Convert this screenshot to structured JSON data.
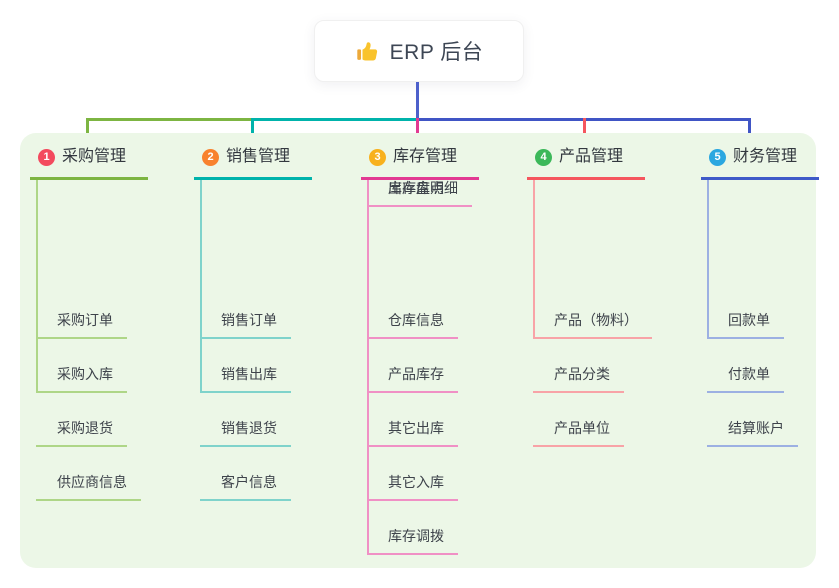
{
  "root": {
    "icon": "thumbs-up",
    "title": "ERP 后台"
  },
  "branches": [
    {
      "number": "1",
      "label": "采购管理",
      "accent_color": "#7db542",
      "child_line_color": "#aed687",
      "badge_color": "#f34a5e",
      "children": [
        "采购订单",
        "采购入库",
        "采购退货",
        "供应商信息"
      ]
    },
    {
      "number": "2",
      "label": "销售管理",
      "accent_color": "#00b3ab",
      "child_line_color": "#7fd3cb",
      "badge_color": "#f8822e",
      "children": [
        "销售订单",
        "销售出库",
        "销售退货",
        "客户信息"
      ]
    },
    {
      "number": "3",
      "label": "库存管理",
      "accent_color": "#e23a92",
      "child_line_color": "#f090c5",
      "badge_color": "#f8b11d",
      "children": [
        "仓库信息",
        "产品库存",
        "其它出库",
        "其它入库",
        "库存调拨",
        "库存盘点",
        "出库库明细"
      ]
    },
    {
      "number": "4",
      "label": "产品管理",
      "accent_color": "#f5565e",
      "child_line_color": "#f8a3a7",
      "badge_color": "#3cb85a",
      "children": [
        "产品（物料）",
        "产品分类",
        "产品单位"
      ]
    },
    {
      "number": "5",
      "label": "财务管理",
      "accent_color": "#3f5ac8",
      "child_line_color": "#9cb0e2",
      "badge_color": "#2ba7e0",
      "children": [
        "回款单",
        "付款单",
        "结算账户"
      ]
    }
  ],
  "connector": {
    "stem_color": "#4d60cb",
    "segment_colors": [
      "#7db542",
      "#00b3ab",
      "#4055c5"
    ]
  },
  "panel": {
    "background_color": "#ecf7e7"
  }
}
